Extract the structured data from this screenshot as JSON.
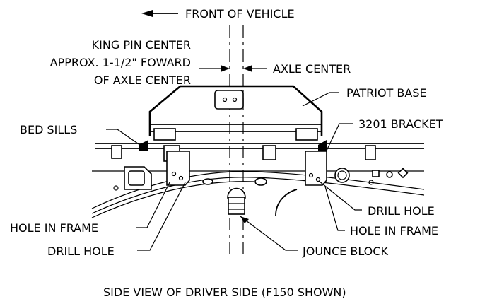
{
  "labels": {
    "front_of_vehicle": "FRONT OF VEHICLE",
    "king_pin_line1": "KING PIN CENTER",
    "king_pin_line2": "APPROX. 1-1/2\" FOWARD",
    "king_pin_line3": "OF AXLE CENTER",
    "axle_center": "AXLE CENTER",
    "patriot_base": "PATRIOT BASE",
    "bed_sills": "BED SILLS",
    "bracket_3201": "3201 BRACKET",
    "drill_hole_right": "DRILL HOLE",
    "hole_in_frame_right": "HOLE IN FRAME",
    "hole_in_frame_left": "HOLE IN FRAME",
    "drill_hole_left": "DRILL HOLE",
    "jounce_block": "JOUNCE BLOCK",
    "caption": "SIDE VIEW OF DRIVER SIDE (F150 SHOWN)"
  }
}
